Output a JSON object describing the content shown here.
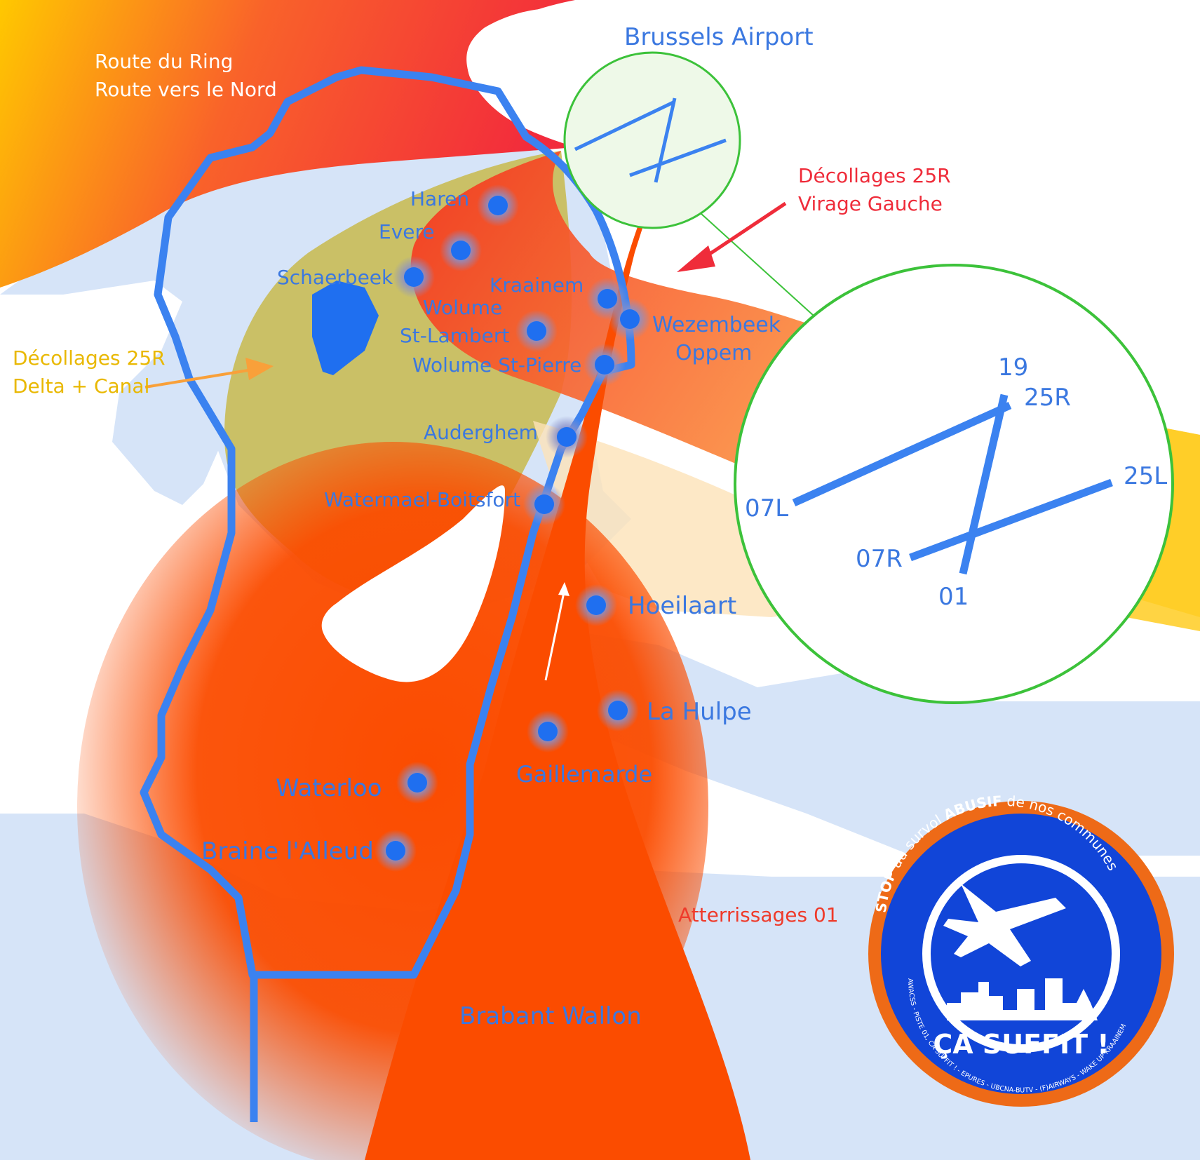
{
  "colors": {
    "ring": "#3b82f0",
    "dot": "#1f6ff0",
    "place_text": "#3b78e0",
    "route_red": "#f22a3c",
    "route_orange": "#fb4c00",
    "route_yellow": "#ffcc00",
    "arrow_red": "#ef2c3a",
    "arrow_orange": "#f9a03a",
    "label_yellow": "#e9b800",
    "airport_green": "#3cc23a",
    "badge_blue": "#1145d8",
    "badge_orange": "#ee6a17"
  },
  "labels": {
    "route_ring": "Route du Ring",
    "route_north": "Route vers le Nord",
    "airport": "Brussels Airport",
    "takeoff_left_1": "Décollages 25R",
    "takeoff_left_2": "Virage Gauche",
    "takeoff_canal_1": "Décollages 25R",
    "takeoff_canal_2": "Delta + Canal",
    "landings": "Atterrissages 01",
    "region": "Brabant Wallon"
  },
  "places": {
    "haren": "Haren",
    "evere": "Evere",
    "schaerbeek": "Schaerbeek",
    "kraainem": "Kraainem",
    "wolume": "Wolume",
    "st_lambert": "St-Lambert",
    "wolume_st_pierre": "Wolume St-Pierre",
    "wezembeek": "Wezembeek",
    "oppem": "Oppem",
    "auderghem": "Auderghem",
    "watermael": "Watermael-Boitsfort",
    "hoeilaart": "Hoeilaart",
    "la_hulpe": "La Hulpe",
    "gaillemarde": "Gaillemarde",
    "waterloo": "Waterloo",
    "braine": "Braine l'Alleud"
  },
  "runways": {
    "r19": "19",
    "r25r": "25R",
    "r07l": "07L",
    "r25l": "25L",
    "r07r": "07R",
    "r01": "01"
  },
  "badge": {
    "stop": "STOP",
    "text_mid": " au survol ",
    "abusif": "ABUSIF",
    "text_end": " de nos communes",
    "main": "ÇA SUFFIT !",
    "footer": "AWACSS - PISTE 01, CA SUFFIT ! - EPURES - UBCNA-BUTV - (F)AIRWAYS - WAKE UP KRAAINEM"
  }
}
